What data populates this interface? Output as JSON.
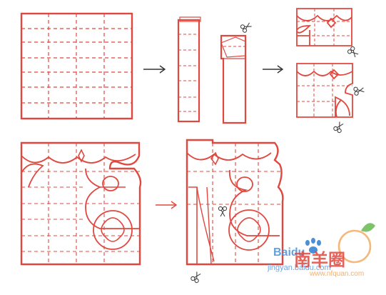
{
  "colors": {
    "ink": "#e0483f",
    "dash": "#e0483f",
    "arrow": "#333333",
    "scissors": "#444444",
    "paper": "#ffffff",
    "watermark_blue": "#4a90d9",
    "watermark_red": "#e0483f",
    "watermark_orange": "#f2a65a",
    "watermark_green": "#7cc36a"
  },
  "icons": {
    "arrow": "right-arrow-icon",
    "scissors": "scissors-icon",
    "paw": "baidu-paw-icon",
    "fruit": "fruit-logo-icon"
  },
  "watermark": {
    "brand": "Baidu",
    "domain": "jingyan.baidu.com",
    "chinese": "南羊圈",
    "url": "www.nfquan.com"
  }
}
